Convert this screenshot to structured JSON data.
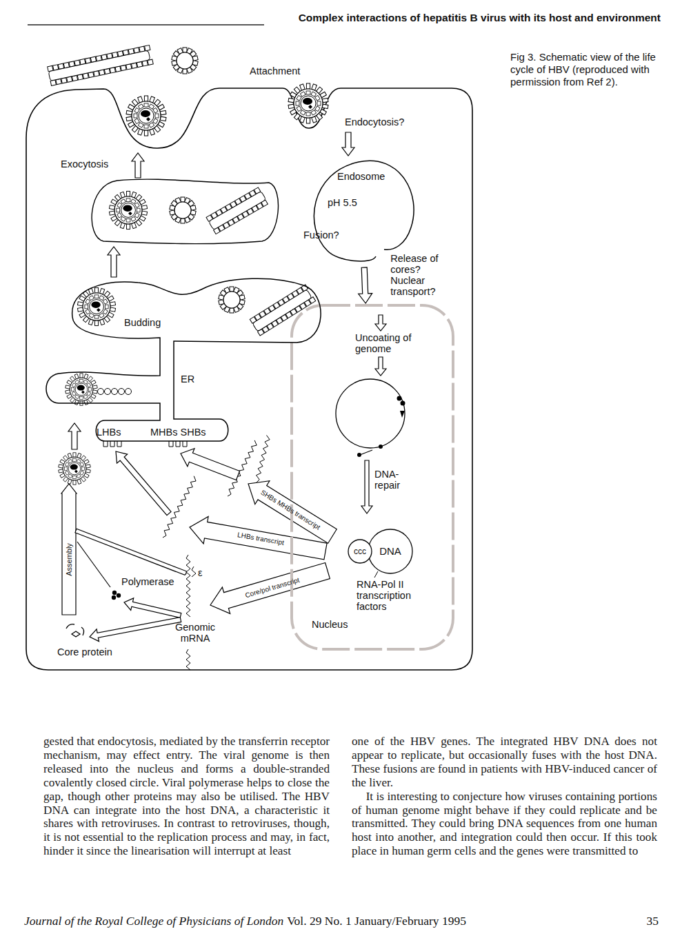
{
  "diagram": {
    "caption": "Fig 3. Schematic view of the life cycle of HBV (reproduced with permission from Ref 2).",
    "nodes": [
      {
        "text": [
          "Endosome",
          "pH 5.5"
        ]
      },
      {
        "text": [
          "Nucleus"
        ]
      },
      {
        "text": [
          "ccc",
          "DNA"
        ],
        "in": 1
      },
      {
        "text": [
          "ER"
        ]
      }
    ],
    "edges": [
      {
        "from": 0,
        "to": 1,
        "arrow": "to",
        "label": "Release of cores? Nuclear transport?"
      }
    ],
    "labels": [
      "Complex interactions of hepatitis B virus with its host and environment",
      "Attachment",
      "Endocytosis?",
      "Exocytosis",
      "Fusion?",
      "Budding",
      "Uncoating of genome",
      "DNA-repair",
      "RNA-Pol II transcription factors",
      "LHBs",
      "MHBs SHBs",
      "SHBs MHBs transcript",
      "LHBs transcript",
      "Core/pol transcript",
      "Assembly",
      "Polymerase",
      "ε",
      "Genomic mRNA",
      "Core protein",
      "gested that endocytosis, mediated by the transferrin receptor mechanism, may effect entry. The viral genome is then released into the nucleus and forms a double-stranded covalently closed circle. Viral polymerase helps to close the gap, though other proteins may also be utilised. The HBV DNA can integrate into the host DNA, a characteristic it shares with retroviruses. In contrast to retroviruses, though, it is not essential to the replication process and may, in fact, hinder it since the linearisation will interrupt at least",
      "one of the HBV genes. The integrated HBV DNA does not appear to replicate, but occasionally fuses with the host DNA. These fusions are found in patients with HBV-induced cancer of the liver.",
      "It is interesting to conjecture how viruses containing portions of human genome might behave if they could replicate and be transmitted. They could bring DNA sequences from one human host into another, and integration could then occur. If this took place in human germ cells and the genes were transmitted to",
      "Journal of the Royal College of Physicians of London",
      "Vol. 29 No. 1 January/February 1995",
      "35"
    ]
  }
}
